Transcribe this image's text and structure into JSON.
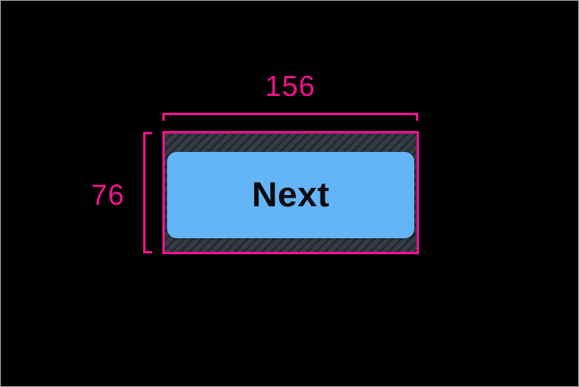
{
  "overlay": {
    "width_label": "156",
    "height_label": "76"
  },
  "widget": {
    "button_label": "Next"
  },
  "colors": {
    "canvas_bg": "#000000",
    "frame_border": "#a6a6a6",
    "guide_pink": "#f1128f",
    "button_blue": "#64b4f8",
    "button_text": "#0b0b0b",
    "hatch_base": "#353c46",
    "hatch_stripe": "#242930"
  }
}
